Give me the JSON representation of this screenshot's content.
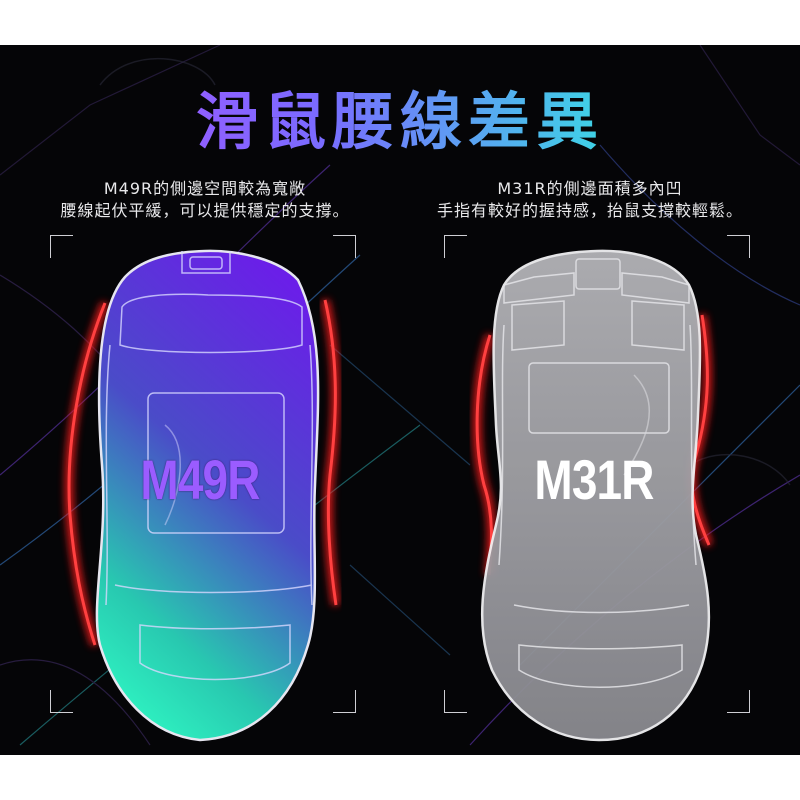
{
  "title": "滑鼠腰線差異",
  "left": {
    "desc_line1": "M49R的側邊空間較為寬敞",
    "desc_line2": "腰線起伏平緩，可以提供穩定的支撐。",
    "model": "M49R"
  },
  "right": {
    "desc_line1": "M31R的側邊面積多內凹",
    "desc_line2": "手指有較好的握持感，抬鼠支撐較輕鬆。",
    "model": "M31R"
  },
  "colors": {
    "panel_bg": "#050507",
    "title_gradient_start": "#b14dff",
    "title_gradient_end": "#2fe0cf",
    "left_mouse_top": "#7a2cff",
    "left_mouse_bottom": "#28e8b8",
    "right_mouse_fill": "#9a9a9e",
    "waistline_red": "#ff1a1a"
  },
  "icons": {
    "frame": "corner-bracket-frame",
    "waistline": "red-glow-arc"
  }
}
